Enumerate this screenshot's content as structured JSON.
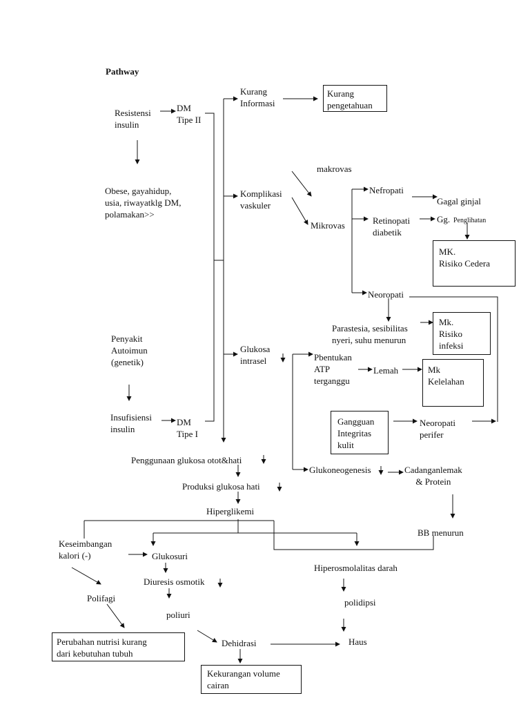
{
  "title": "Pathway",
  "nodes": {
    "resistensi": "Resistensi\ninsulin",
    "dm_tipe2": "DM\nTipe II",
    "obese": "Obese, gayahidup,\nusia, riwayatklg DM,\npolamakan>>",
    "penyakit_autoimun": "Penyakit\nAutoimun\n(genetik)",
    "insufisiensi": "Insufisiensi\ninsulin",
    "dm_tipe1": "DM\nTipe I",
    "kurang_informasi": "Kurang\nInformasi",
    "kurang_pengetahuan": "Kurang\npengetahuan",
    "makrovas": "makrovas",
    "komplikasi_vaskuler": "Komplikasi\nvaskuler",
    "mikrovas": "Mikrovas",
    "nefropati": "Nefropati",
    "gagal_ginjal": "Gagal ginjal",
    "retinopati": "Retinopati\ndiabetik",
    "gg_prefix": "Gg.",
    "penglihatan": "Penglihatan",
    "mk_risiko_cedera": "MK.\nRisiko Cedera",
    "neoropati": "Neoropati",
    "parastesia": "Parastesia, sesibilitas\nnyeri, suhu menurun",
    "mk_risiko_infeksi": "Mk.\nRisiko\ninfeksi",
    "glukosa_intrasel": "Glukosa\nintrasel",
    "pbentukan_atp": "Pbentukan\nATP\nterganggu",
    "lemah": "Lemah",
    "mk_kelelahan": "Mk\nKelelahan",
    "gangguan_integritas": "Gangguan\nIntegritas\nkulit",
    "neoropati_perifer": "Neoropati\nperifer",
    "penggunaan_glukosa": "Penggunaan glukosa otot&hati",
    "glukoneogenesis": "Glukoneogenesis",
    "cadangan_lemak": "Cadanganlemak\n& Protein",
    "produksi_glukosa": "Produksi glukosa hati",
    "hiperglikemi": "Hiperglikemi",
    "bb_menurun": "BB menurun",
    "keseimbangan_kalori": "Keseimbangan\nkalori (-)",
    "glukosuri": "Glukosuri",
    "diuresis_osmotik": "Diuresis osmotik",
    "hiperosmolalitas": "Hiperosmolalitas darah",
    "polifagi": "Polifagi",
    "poliuri": "poliuri",
    "polidipsi": "polidipsi",
    "perubahan_nutrisi": "Perubahan nutrisi kurang\ndari kebutuhan tubuh",
    "dehidrasi": "Dehidrasi",
    "haus": "Haus",
    "kekurangan_volume": "Kekurangan volume\ncairan"
  }
}
